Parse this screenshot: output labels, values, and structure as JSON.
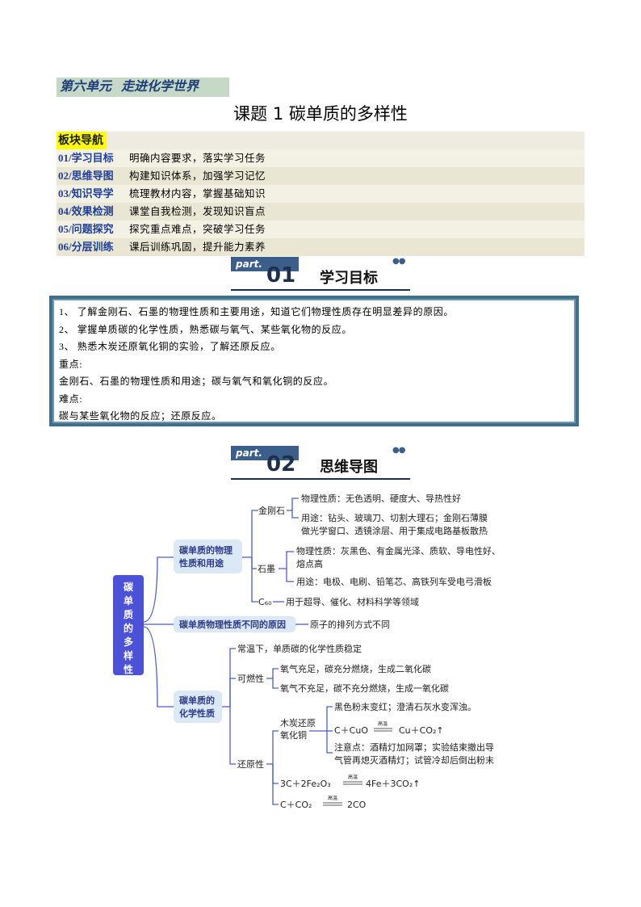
{
  "unit": {
    "title": "第六单元   走进化学世界"
  },
  "lesson": {
    "title": "课题 1    碳单质的多样性"
  },
  "nav": {
    "heading": "板块导航",
    "rows": [
      {
        "code": "01/学习目标",
        "desc": "明确内容要求，落实学习任务"
      },
      {
        "code": "02/思维导图",
        "desc": "构建知识体系，加强学习记忆"
      },
      {
        "code": "03/知识导学",
        "desc": "梳理教材内容，掌握基础知识"
      },
      {
        "code": "04/效果检测",
        "desc": "课堂自我检测，发现知识盲点"
      },
      {
        "code": "05/问题探究",
        "desc": "探究重点难点，突破学习任务"
      },
      {
        "code": "06/分层训练",
        "desc": "课后训练巩固，提升能力素养"
      }
    ]
  },
  "part1": {
    "tag": "part.",
    "num": "01",
    "title": "学习目标"
  },
  "part2": {
    "tag": "part.",
    "num": "02",
    "title": "思维导图"
  },
  "objectives": {
    "lines": [
      "1、 了解金刚石、石墨的物理性质和主要用途，知道它们物理性质存在明显差异的原因。",
      "2、 掌握单质碳的化学性质，熟悉碳与氧气、某些氧化物的反应。",
      "3、 熟悉木炭还原氧化铜的实验，了解还原反应。",
      "重点:",
      "金刚石、石墨的物理性质和用途；碳与氧气和氧化铜的反应。",
      "难点:",
      "碳与某些氧化物的反应；还原反应。"
    ]
  },
  "mindmap": {
    "root": [
      "碳",
      "单",
      "质",
      "的",
      "多",
      "样",
      "性"
    ],
    "b1": [
      "碳单质的物理",
      "性质和用途"
    ],
    "b2": "碳单质物理性质不同的原因",
    "b3": [
      "碳单质的",
      "化学性质"
    ],
    "diamond": "金刚石",
    "diamond_prop": "物理性质：无色透明、硬度大、导热性好",
    "diamond_use1": "用途：钻头、玻璃刀、切割大理石；金刚石薄膜",
    "diamond_use2": "做光学窗口、透镜涂层、用于集成电路基板散热",
    "graphite": "石墨",
    "graphite_prop1": "物理性质：灰黑色、有金属光泽、质软、导电性好、",
    "graphite_prop2": "熔点高",
    "graphite_use": "用途：电极、电刷、铅笔芯、高铁列车受电弓滑板",
    "c60": "C₆₀",
    "c60_use": "用于超导、催化、材料科学等领域",
    "reason": "原子的排列方式不同",
    "stable": "常温下，单质碳的化学性质稳定",
    "combust": "可燃性",
    "combust1": "氧气充足，碳充分燃烧，生成二氧化碳",
    "combust2": "氧气不充足，碳不充分燃烧，生成一氧化碳",
    "reduce": "还原性",
    "charcoal1": "木炭还原",
    "charcoal2": "氧化铜",
    "obs": "黑色粉末变红；澄清石灰水变浑浊。",
    "eq1_left": "C＋CuO",
    "eq1_cond": "高温",
    "eq1_right": "Cu＋CO₂↑",
    "note1": "注意点：酒精灯加网罩；实验结束撤出导",
    "note2": "气管再熄灭酒精灯；试管冷却后倒出粉末",
    "eq2_left": "3C＋2Fe₂O₃",
    "eq2_cond": "高温",
    "eq2_right": "4Fe＋3CO₂↑",
    "eq3_left": "C＋CO₂",
    "eq3_cond": "高温",
    "eq3_right": "2CO"
  }
}
